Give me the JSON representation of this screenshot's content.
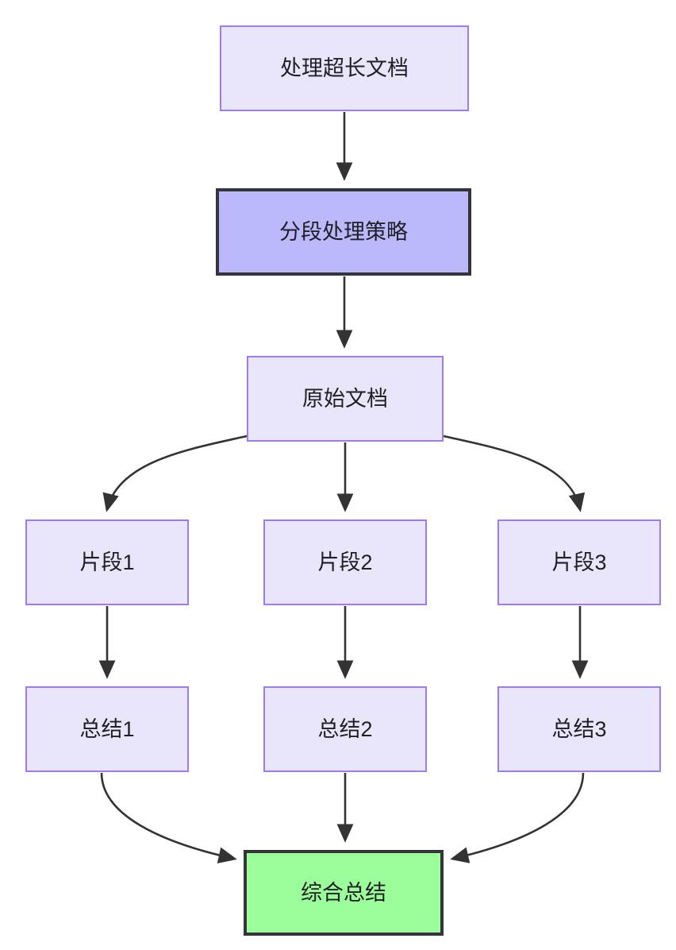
{
  "diagram": {
    "type": "flowchart",
    "direction": "top-down",
    "background_color": "#ffffff",
    "edge_color": "#333333",
    "styles": {
      "standard_fill": "#e9e6fc",
      "standard_border": "#9e7cf0",
      "emphasis_fill": "#bbb8fb",
      "emphasis_border": "#34343a",
      "result_fill": "#9bfe9b",
      "result_border": "#34343a",
      "text_color": "#1f1f24"
    },
    "nodes": [
      {
        "id": "root",
        "label": "处理超长文档",
        "style": "standard"
      },
      {
        "id": "strategy",
        "label": "分段处理策略",
        "style": "emphasis"
      },
      {
        "id": "source",
        "label": "原始文档",
        "style": "standard"
      },
      {
        "id": "fragment1",
        "label": "片段1",
        "style": "standard"
      },
      {
        "id": "fragment2",
        "label": "片段2",
        "style": "standard"
      },
      {
        "id": "fragment3",
        "label": "片段3",
        "style": "standard"
      },
      {
        "id": "summary1",
        "label": "总结1",
        "style": "standard"
      },
      {
        "id": "summary2",
        "label": "总结2",
        "style": "standard"
      },
      {
        "id": "summary3",
        "label": "总结3",
        "style": "standard"
      },
      {
        "id": "final",
        "label": "综合总结",
        "style": "result"
      }
    ],
    "edges": [
      {
        "from": "root",
        "to": "strategy",
        "shape": "straight"
      },
      {
        "from": "strategy",
        "to": "source",
        "shape": "straight"
      },
      {
        "from": "source",
        "to": "fragment1",
        "shape": "curved"
      },
      {
        "from": "source",
        "to": "fragment2",
        "shape": "straight"
      },
      {
        "from": "source",
        "to": "fragment3",
        "shape": "curved"
      },
      {
        "from": "fragment1",
        "to": "summary1",
        "shape": "straight"
      },
      {
        "from": "fragment2",
        "to": "summary2",
        "shape": "straight"
      },
      {
        "from": "fragment3",
        "to": "summary3",
        "shape": "straight"
      },
      {
        "from": "summary1",
        "to": "final",
        "shape": "curved"
      },
      {
        "from": "summary2",
        "to": "final",
        "shape": "straight"
      },
      {
        "from": "summary3",
        "to": "final",
        "shape": "curved"
      }
    ]
  }
}
